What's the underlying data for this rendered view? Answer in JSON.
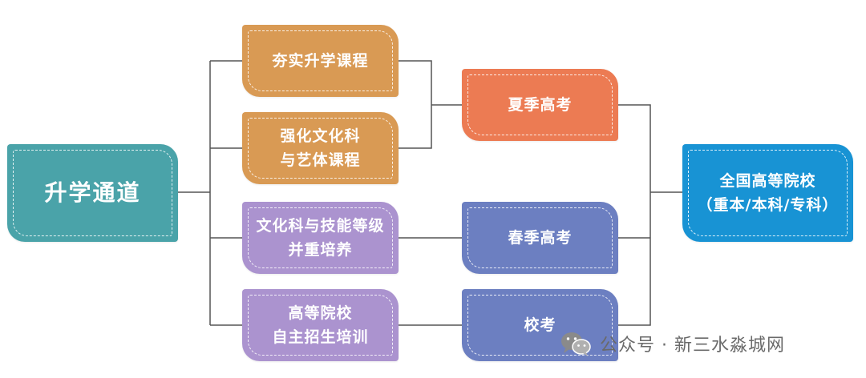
{
  "colors": {
    "teal": "#4aa3a9",
    "orange": "#d99a54",
    "coral": "#ec7b53",
    "lavender": "#ab93cf",
    "periwinkle": "#6c7fc1",
    "blue": "#1893d4",
    "line": "#555555"
  },
  "nodes": {
    "root": "升学通道",
    "solid_courses": "夯实升学课程",
    "strengthen_culture": "强化文化科\n与艺体课程",
    "skill_levels": "文化科与技能等级\n并重培养",
    "self_enrollment": "高等院校\n自主招生培训",
    "summer_exam": "夏季高考",
    "spring_exam": "春季高考",
    "school_exam": "校考",
    "target": "全国高等院校\n（重本/本科/专科）"
  },
  "watermark": {
    "icon": "wechat-icon",
    "text": "公众号 · 新三水淼城网"
  }
}
